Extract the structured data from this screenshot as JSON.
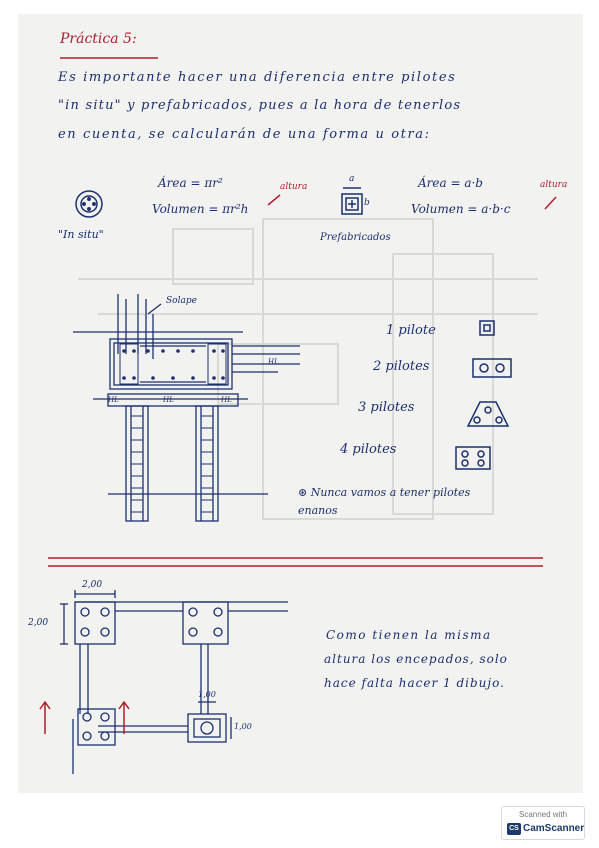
{
  "heading": "Práctica 5:",
  "intro": [
    "Es importante hacer una diferencia entre pilotes",
    "\"in situ\" y prefabricados, pues a la hora de tenerlos",
    "en cuenta, se calcularán de una forma u otra:"
  ],
  "insitu": {
    "area": "Área = πr²",
    "volumen": "Volumen = πr²h",
    "altura": "altura",
    "label": "\"In situ\""
  },
  "prefab": {
    "dim_a": "a",
    "dim_b": "b",
    "area": "Área = a·b",
    "volumen": "Volumen = a·b·c",
    "altura": "altura",
    "label": "Prefabricados"
  },
  "detail": {
    "solape": "Solape",
    "tags": [
      "HL",
      "HL",
      "HL",
      "HL"
    ]
  },
  "pile_counts": [
    {
      "label": "1 pilote"
    },
    {
      "label": "2 pilotes"
    },
    {
      "label": "3 pilotes"
    },
    {
      "label": "4 pilotes"
    }
  ],
  "note": [
    "⊛ Nunca vamos a tener pilotes",
    "enanos"
  ],
  "plan": {
    "dim_top": "2,00",
    "dim_left": "2,00",
    "dim_small_top": "1,00",
    "dim_small_right": "1,00"
  },
  "conclusion": [
    "Como tienen la misma",
    "altura los encepados, solo",
    "hace falta hacer 1 dibujo."
  ],
  "scanner": {
    "top": "Scanned with",
    "logo": "CS",
    "brand": "CamScanner"
  },
  "colors": {
    "ink": "#1c2f6e",
    "red": "#b01e2e",
    "paper": "#f2f2f0"
  }
}
